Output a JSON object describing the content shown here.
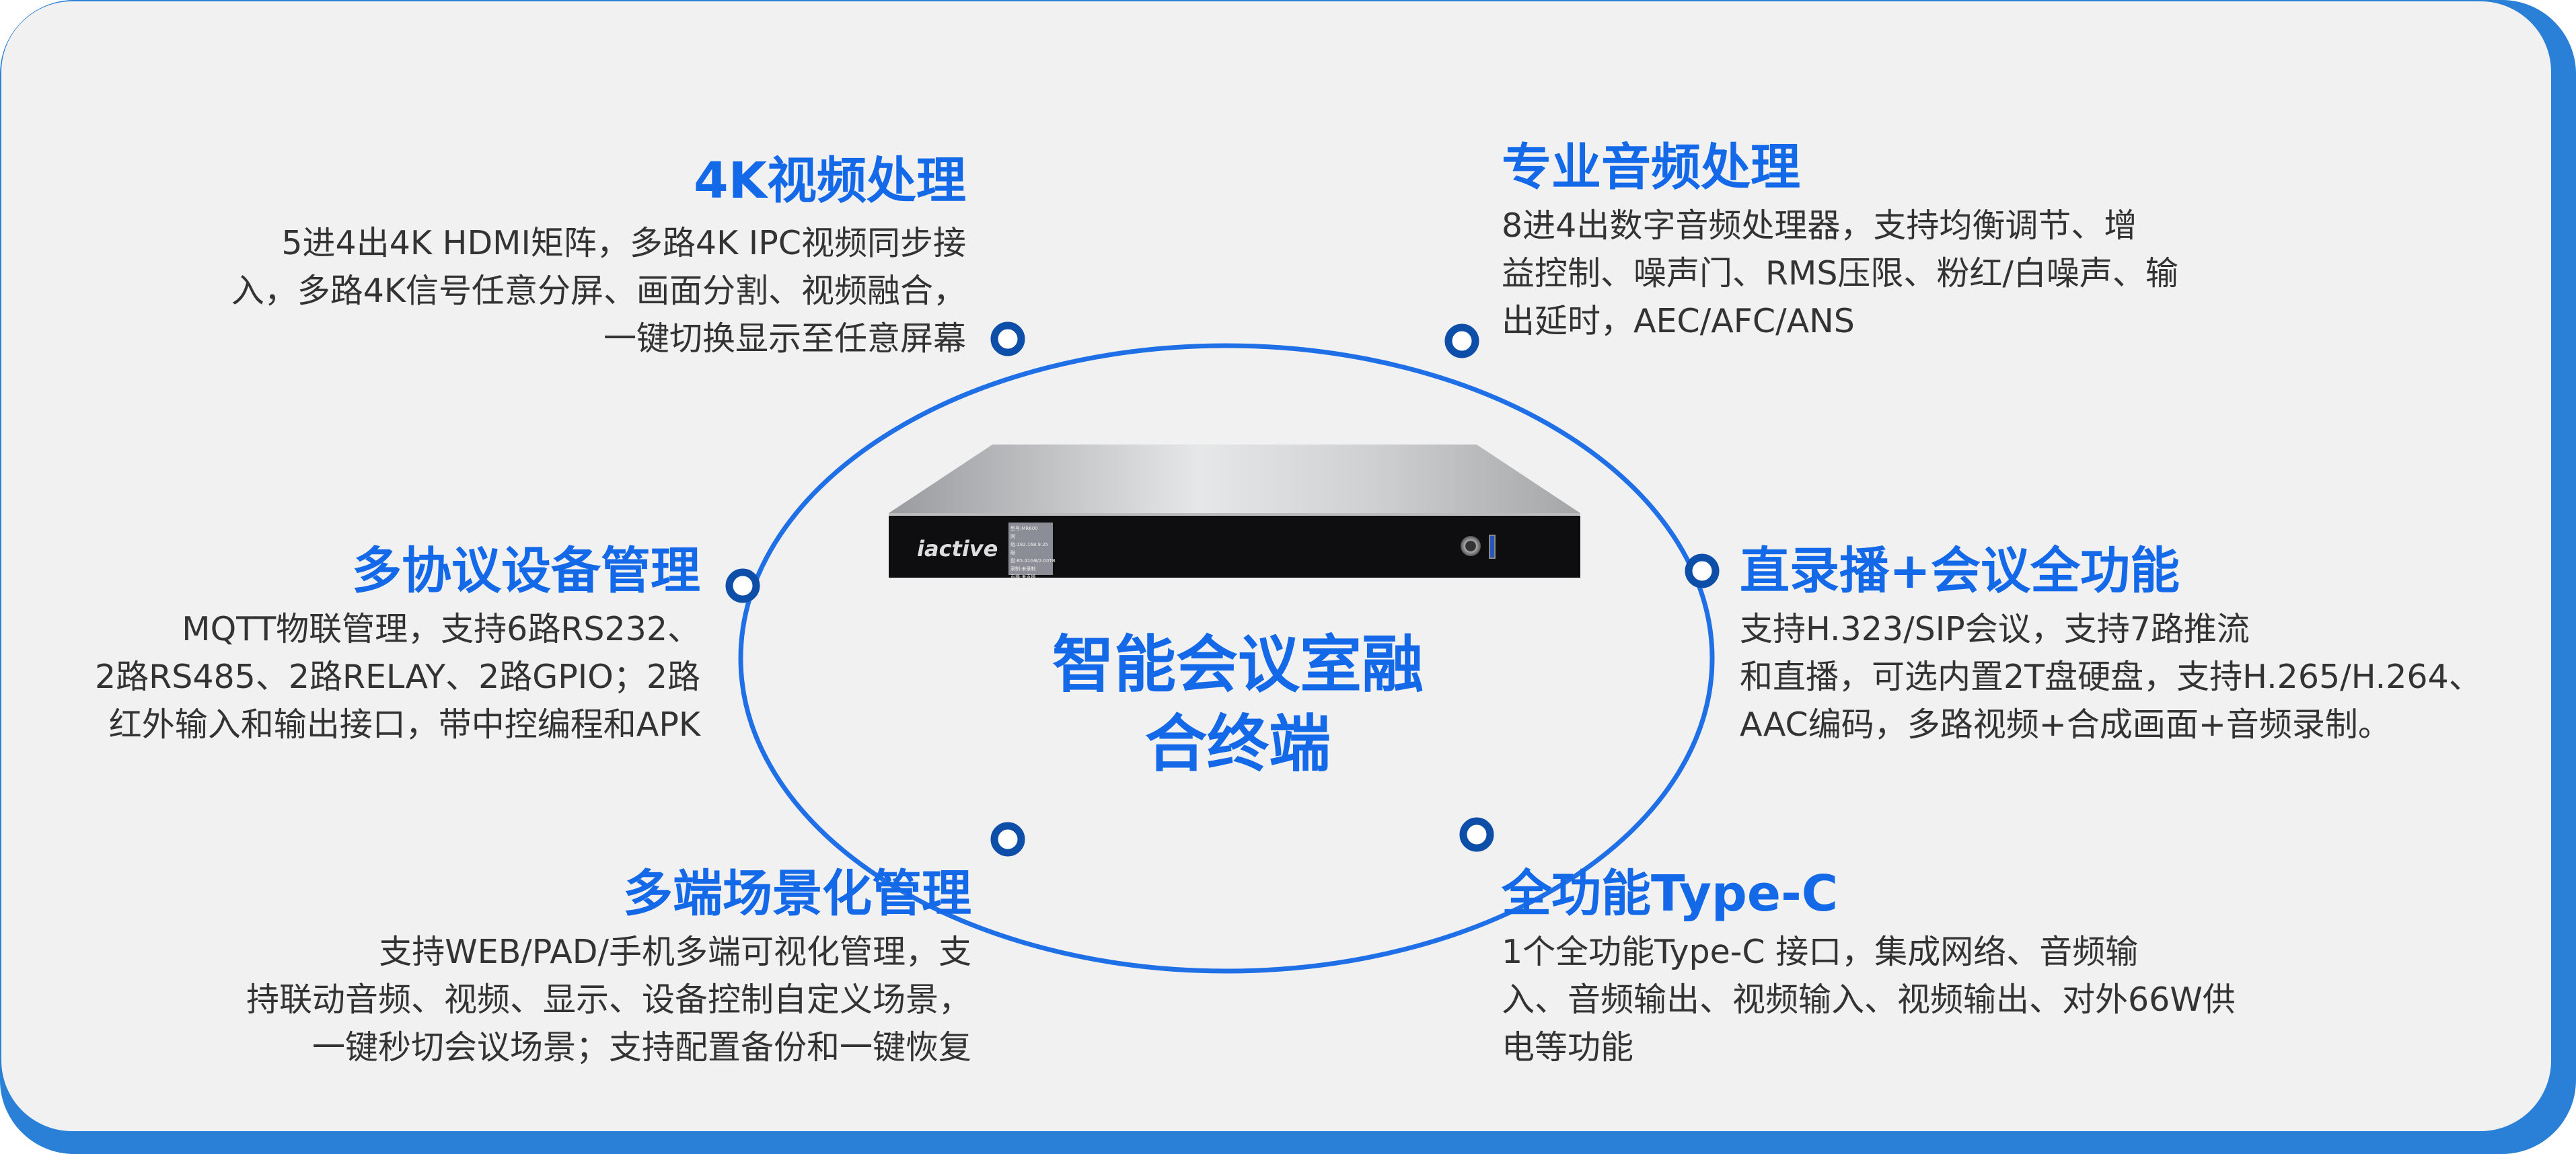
{
  "center": {
    "line1": "智能会议室融",
    "line2": "合终端"
  },
  "device": {
    "logo": "iactive",
    "lcd": [
      "型号:MR600",
      "网络:192.168.9.25",
      "磁盘:65.41GB/2.00TB",
      "录制:未录制",
      "直播:未直播",
      "会议:未参会"
    ]
  },
  "features": {
    "video": {
      "title": "4K视频处理",
      "lines": [
        "5进4出4K HDMI矩阵，多路4K IPC视频同步接",
        "入，多路4K信号任意分屏、画面分割、视频融合，",
        "一键切换显示至任意屏幕"
      ]
    },
    "audio": {
      "title": "专业音频处理",
      "lines": [
        "8进4出数字音频处理器，支持均衡调节、增",
        "益控制、噪声门、RMS压限、粉红/白噪声、输",
        "出延时，AEC/AFC/ANS"
      ]
    },
    "protocol": {
      "title": "多协议设备管理",
      "lines": [
        "MQTT物联管理，支持6路RS232、",
        "2路RS485、2路RELAY、2路GPIO；2路",
        "红外输入和输出接口，带中控编程和APK"
      ]
    },
    "record": {
      "title": "直录播+会议全功能",
      "lines": [
        "支持H.323/SIP会议，支持7路推流",
        "和直播，可选内置2T盘硬盘，支持H.265/H.264、",
        "AAC编码，多路视频+合成画面+音频录制。"
      ]
    },
    "scene": {
      "title": "多端场景化管理",
      "lines": [
        "支持WEB/PAD/手机多端可视化管理，支",
        "持联动音频、视频、显示、设备控制自定义场景，",
        "一键秒切会议场景；支持配置备份和一键恢复"
      ]
    },
    "typec": {
      "title": "全功能Type-C",
      "lines": [
        "1个全功能Type-C 接口，集成网络、音频输",
        "入、音频输出、视频输入、视频输出、对外66W供",
        "电等功能"
      ]
    }
  },
  "colors": {
    "accent": "#1469e8",
    "ring": "#1f6fe6",
    "background": "#f1f1f2"
  }
}
